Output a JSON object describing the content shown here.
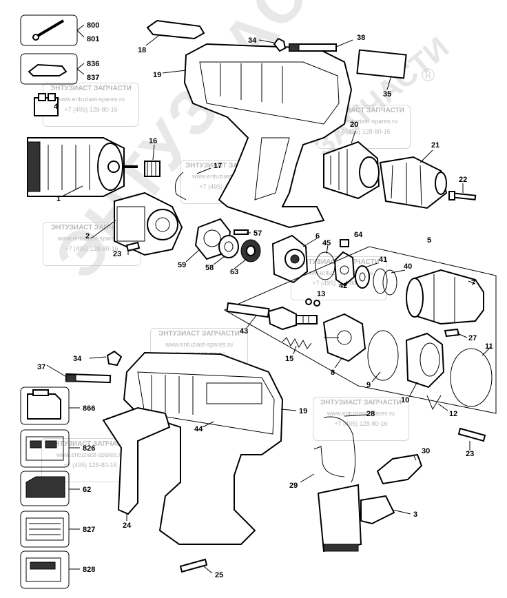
{
  "watermark": {
    "name": "ЭНТУЗИАСТ ЗАПЧАСТИ",
    "site": "www.entuziast-spares.ru",
    "phone": "+7 (495) 128-80-16",
    "brand_large": "ЭНТУЗИАСТ",
    "brand_arc": "ЗАПЧАСТИ",
    "registered": "®"
  },
  "labels": {
    "p1": "1",
    "p2": "2",
    "p3": "3",
    "p4": "4",
    "p5": "5",
    "p6": "6",
    "p7": "7",
    "p8": "8",
    "p9": "9",
    "p10": "10",
    "p11": "11",
    "p12": "12",
    "p13": "13",
    "p15": "15",
    "p16": "16",
    "p17": "17",
    "p18": "18",
    "p19a": "19",
    "p19b": "19",
    "p20": "20",
    "p21": "21",
    "p22": "22",
    "p23a": "23",
    "p23b": "23",
    "p24": "24",
    "p25": "25",
    "p27": "27",
    "p28": "28",
    "p29": "29",
    "p30": "30",
    "p34a": "34",
    "p34b": "34",
    "p35": "35",
    "p37": "37",
    "p38": "38",
    "p40": "40",
    "p41": "41",
    "p42": "42",
    "p43": "43",
    "p44": "44",
    "p45": "45",
    "p57": "57",
    "p58": "58",
    "p59": "59",
    "p62": "62",
    "p63": "63",
    "p64": "64",
    "p800": "800",
    "p801": "801",
    "p826": "826",
    "p827": "827",
    "p828": "828",
    "p836": "836",
    "p837": "837",
    "p866": "866"
  }
}
